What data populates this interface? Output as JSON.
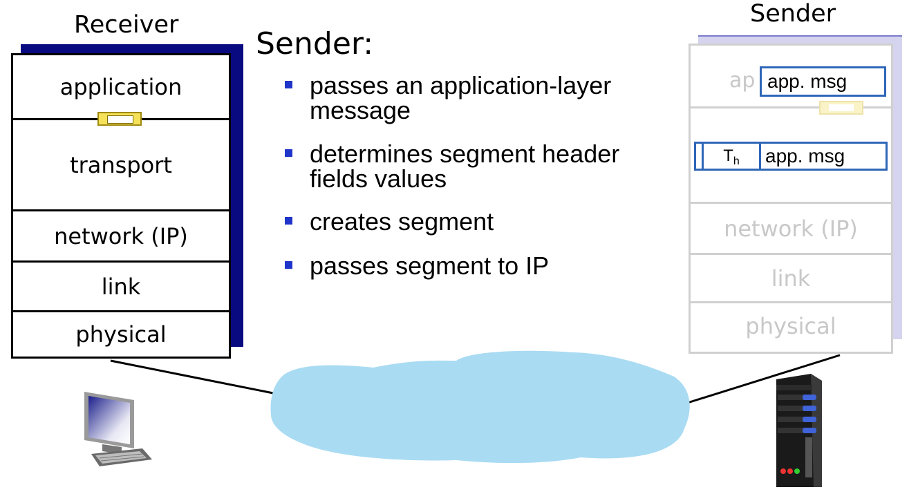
{
  "receiver": {
    "title": "Receiver",
    "layers": [
      "application",
      "transport",
      "network (IP)",
      "link",
      "physical"
    ]
  },
  "sender_stack": {
    "title": "Sender",
    "app_label_partial": "ap",
    "app_msg": "app. msg",
    "header_label": "T",
    "header_sub": "h",
    "segment_msg": "app. msg",
    "layers": [
      "network (IP)",
      "link",
      "physical"
    ]
  },
  "description": {
    "heading": "Sender:",
    "bullets": [
      "passes an application-layer message",
      "determines segment header fields values",
      "creates segment",
      "passes segment to IP"
    ]
  },
  "colors": {
    "receiver_shadow": "#0a0a80",
    "sender_shadow": "#d4d4ee",
    "faded_text": "#c8c8c8",
    "faded_border": "#d0d0d0",
    "msg_border": "#2e66b8",
    "cloud": "#a9dbf3",
    "bullet": "#1f35c9",
    "socket": "#f5e25a"
  },
  "icons": [
    "desktop-computer-icon",
    "server-icon",
    "network-cloud-icon",
    "socket-icon"
  ]
}
